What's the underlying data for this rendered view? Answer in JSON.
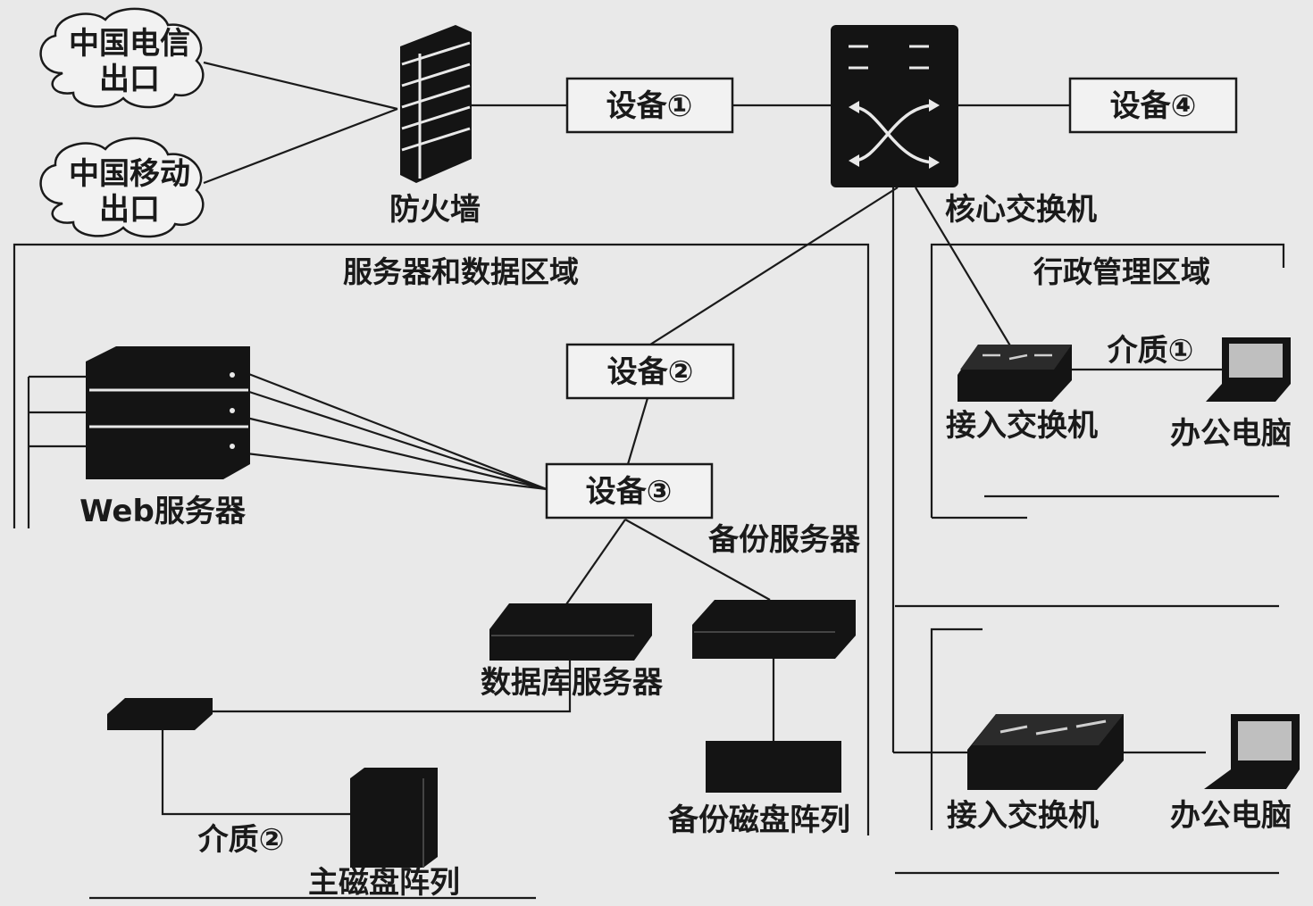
{
  "clouds": {
    "telecom": [
      "中国电信",
      "出口"
    ],
    "mobile": [
      "中国移动",
      "出口"
    ]
  },
  "labels": {
    "firewall": "防火墙",
    "core_switch": "核心交换机",
    "device1": "设备①",
    "device2": "设备②",
    "device3": "设备③",
    "device4": "设备④",
    "web_server": "Web服务器",
    "backup_server": "备份服务器",
    "db_server": "数据库服务器",
    "backup_disk": "备份磁盘阵列",
    "main_disk": "主磁盘阵列",
    "medium1": "介质①",
    "medium2": "介质②",
    "access_switch_1": "接入交换机",
    "access_switch_2": "接入交换机",
    "office_pc_1": "办公电脑",
    "office_pc_2": "办公电脑"
  },
  "zones": {
    "server_zone": "服务器和数据区域",
    "admin_zone": "行政管理区域"
  },
  "colors": {
    "background": "#e9e9e9",
    "ink": "#141414",
    "box_fill": "#f2f2f2"
  }
}
